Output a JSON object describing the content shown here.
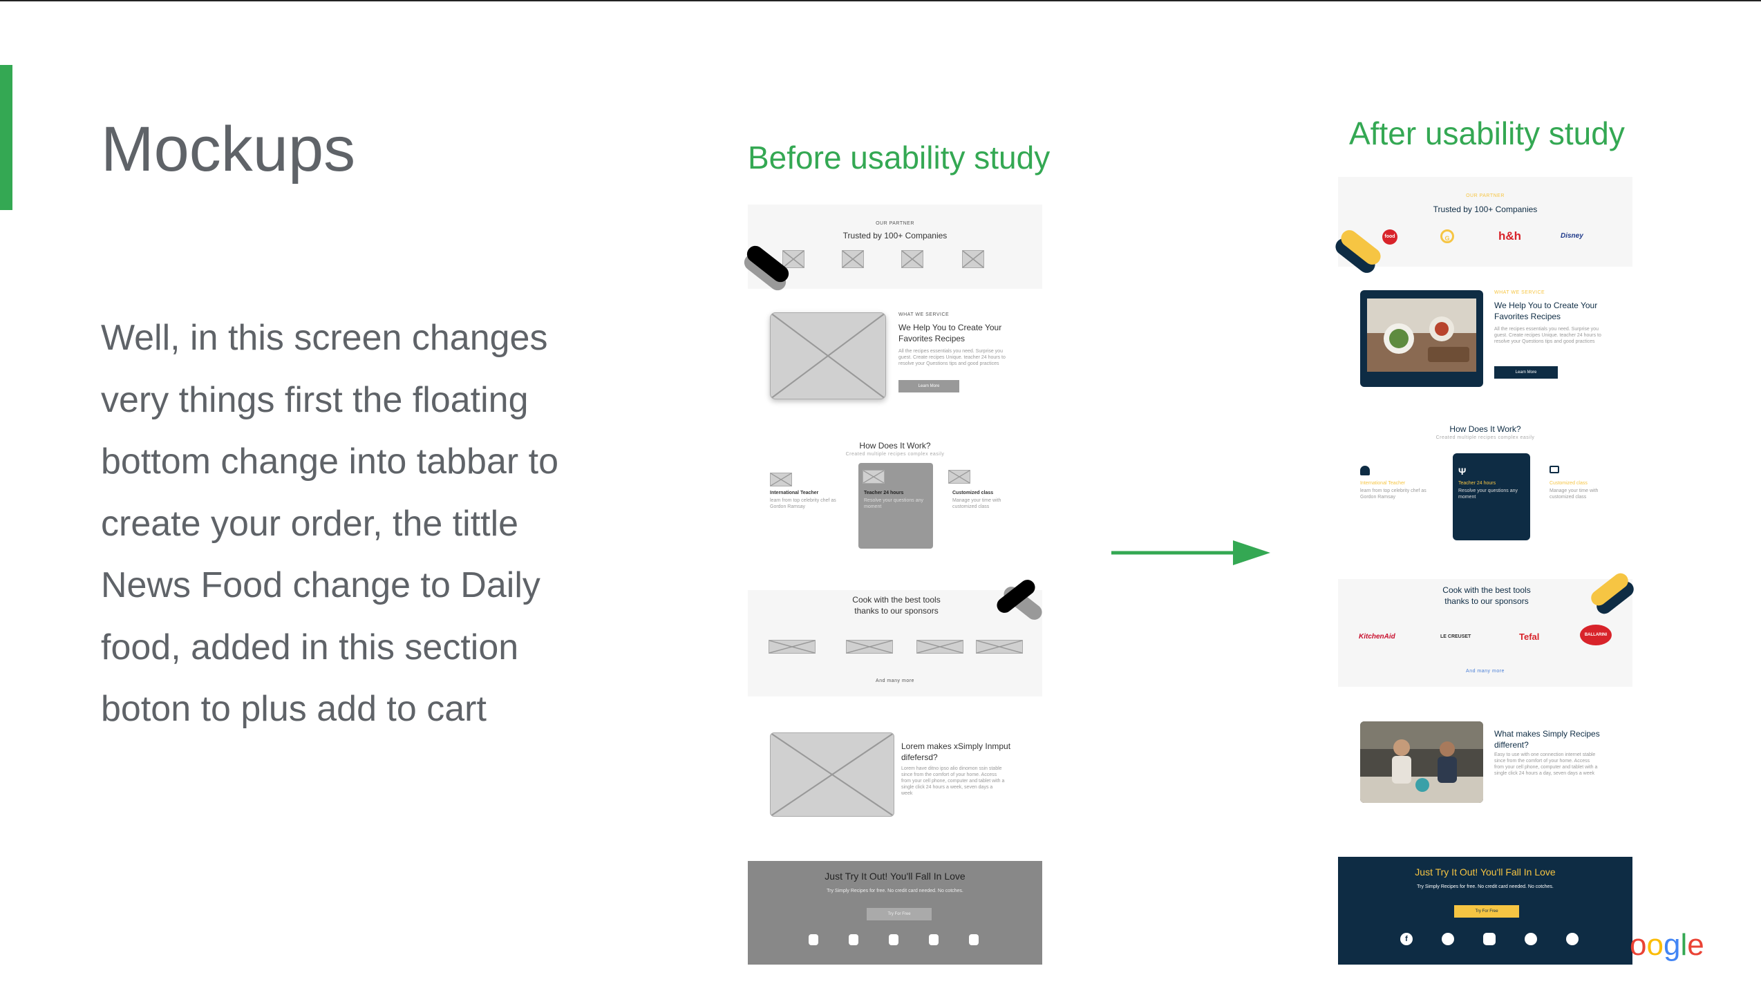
{
  "slide": {
    "title": "Mockups",
    "body": "Well, in this screen changes very things first the floating bottom change into tabbar to create your order, the tittle News Food change to Daily food, added in this section boton to plus add to cart",
    "label_before": "Before usability study",
    "label_after": "After usability study",
    "google_logo": "oogle",
    "colors": {
      "accent": "#34a853",
      "text": "#5f6368",
      "navy": "#0e2c44",
      "yellow": "#f6c543"
    }
  },
  "before": {
    "partner_eyebrow": "OUR PARTNER",
    "partner_title": "Trusted by 100+ Companies",
    "service_eyebrow": "WHAT WE SERVICE",
    "service_title": "We Help You to Create Your Favorites Recipes",
    "service_desc": "All the recipes essentials you need. Surprise you guest. Create recipes Unique. teacher 24 hours to resolve your Questions tips and good practices",
    "service_button": "Learn More",
    "how_title": "How Does It Work?",
    "how_sub": "Created  multiple recipes complex easily",
    "features": [
      {
        "title": "International Teacher",
        "desc": "learn from top celebrity chef as Gordon Ramsay"
      },
      {
        "title": "Teacher 24 hours",
        "desc": "Resolve your questions any moment"
      },
      {
        "title": "Customized class",
        "desc": "Manage your time with customized class"
      }
    ],
    "sponsors_title": "Cook with the best tools thanks to our sponsors",
    "sponsors_more": "And many more",
    "lorem_title": "Lorem makes xSimply Inmput difefersd?",
    "lorem_desc": "Lorem have ditno ipso alio dinomon ssin stable since from the comfort of your home. Access from your cell phone, computer and tablet with a single click 24 hours a week, seven days a week",
    "cta_title": "Just Try It Out! You'll Fall In Love",
    "cta_sub": "Try Simply Recipes for free. No credit card needed. No cotches.",
    "cta_button": "Try For Free"
  },
  "after": {
    "partner_eyebrow": "OUR PARTNER",
    "partner_title": "Trusted by 100+ Companies",
    "partner_logos": [
      "food",
      "G",
      "h&h",
      "Disney"
    ],
    "service_eyebrow": "WHAT WE SERVICE",
    "service_title": "We Help You to Create Your Favorites Recipes",
    "service_desc": "All the recipes essentials you need. Surprise you guest. Create recipes Unique. teacher 24 hours to resolve your Questions tips and good practices",
    "service_button": "Learn More",
    "how_title": "How Does It Work?",
    "how_sub": "Created  multiple recipes complex easily",
    "features": [
      {
        "title": "International Teacher",
        "desc": "learn from top celebrity chef as Gordon Ramsay"
      },
      {
        "title": "Teacher 24 hours",
        "desc": "Resolve your questions any moment"
      },
      {
        "title": "Customized class",
        "desc": "Manage your time with customized class"
      }
    ],
    "sponsors_title": "Cook with the best tools thanks to our sponsors",
    "sponsor_logos": [
      "KitchenAid",
      "LE CREUSET",
      "Tefal",
      "BALLARINI"
    ],
    "sponsors_more": "And many more",
    "what_title": "What makes Simply Recipes different?",
    "what_desc": "Easy to use with one connection internet stable since from the comfort of your home. Access from your cell phone, computer and tablet with a single click 24 hours a day, seven days a week",
    "cta_title": "Just Try It Out! You'll Fall In Love",
    "cta_sub": "Try Simply Recipes for free. No credit card needed. No cotches.",
    "cta_button": "Try For Free",
    "social_icons": [
      "facebook-icon",
      "twitter-icon",
      "instagram-icon",
      "tiktok-icon",
      "youtube-icon"
    ]
  }
}
